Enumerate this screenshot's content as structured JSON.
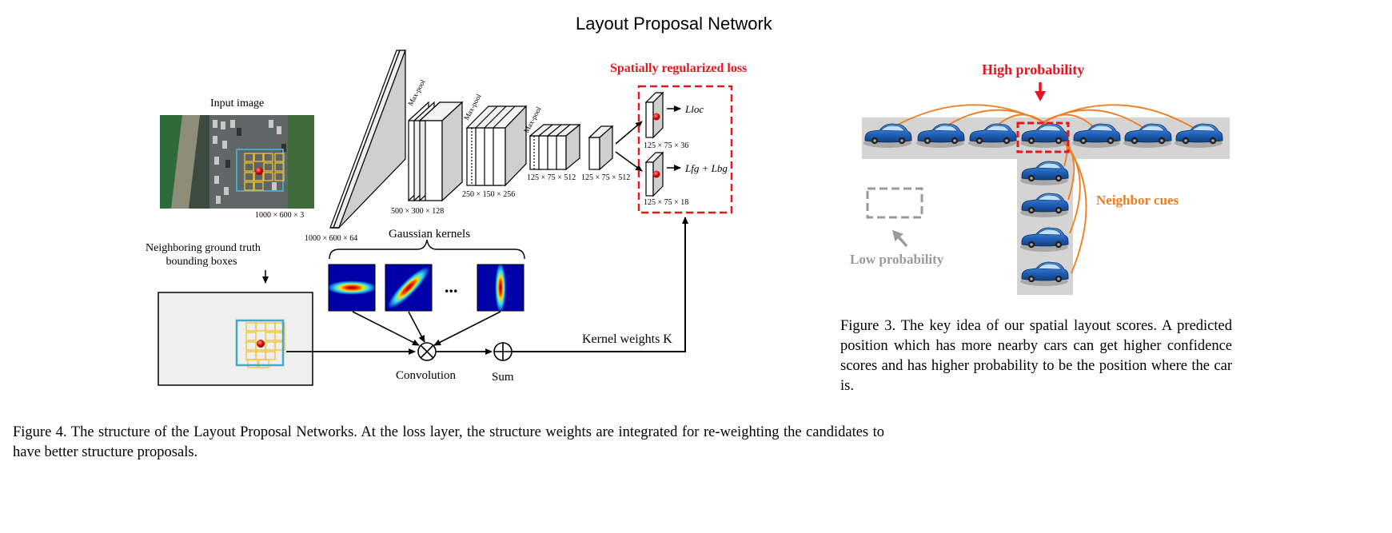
{
  "title": "Layout Proposal Network",
  "fig4": {
    "input_image_label": "Input image",
    "input_size": "1000 × 600 × 3",
    "neighbor_gt_label_line1": "Neighboring ground truth",
    "neighbor_gt_label_line2": "bounding boxes",
    "conv1_size": "1000 × 600 × 64",
    "conv2_size": "500 × 300 × 128",
    "conv3_size": "250 × 150 × 256",
    "conv4_size": "125 × 75 × 512",
    "conv5_size": "125 × 75 × 512",
    "maxpool_label": "Max-pool",
    "gaussian_label": "Gaussian kernels",
    "dots": "...",
    "convolution_label": "Convolution",
    "sum_label": "Sum",
    "kernel_weights_label": "Kernel weights K",
    "loss_title": "Spatially regularized loss",
    "loc_size": "125 × 75 × 36",
    "cls_size": "125 × 75 × 18",
    "loss_loc": "Lloc",
    "loss_fg_bg": "Lfg + Lbg",
    "caption": "Figure 4. The structure of the Layout Proposal Networks.  At the loss layer, the structure weights are integrated for re-weighting the candidates to have better structure proposals."
  },
  "fig3": {
    "high_label": "High probability",
    "neighbor_label": "Neighbor cues",
    "low_label": "Low probability",
    "caption": "Figure 3. The key idea of our spatial layout scores.  A predicted position which has more nearby cars can get higher confidence scores and has higher probability to be the position where the car is."
  },
  "colors": {
    "red": "#e8141e",
    "orange": "#f07c1d",
    "box_blue": "#47a7c8",
    "box_yellow": "#f2c12e",
    "car_blue": "#1f5fb8",
    "strip_grey": "#d4d4d4"
  }
}
